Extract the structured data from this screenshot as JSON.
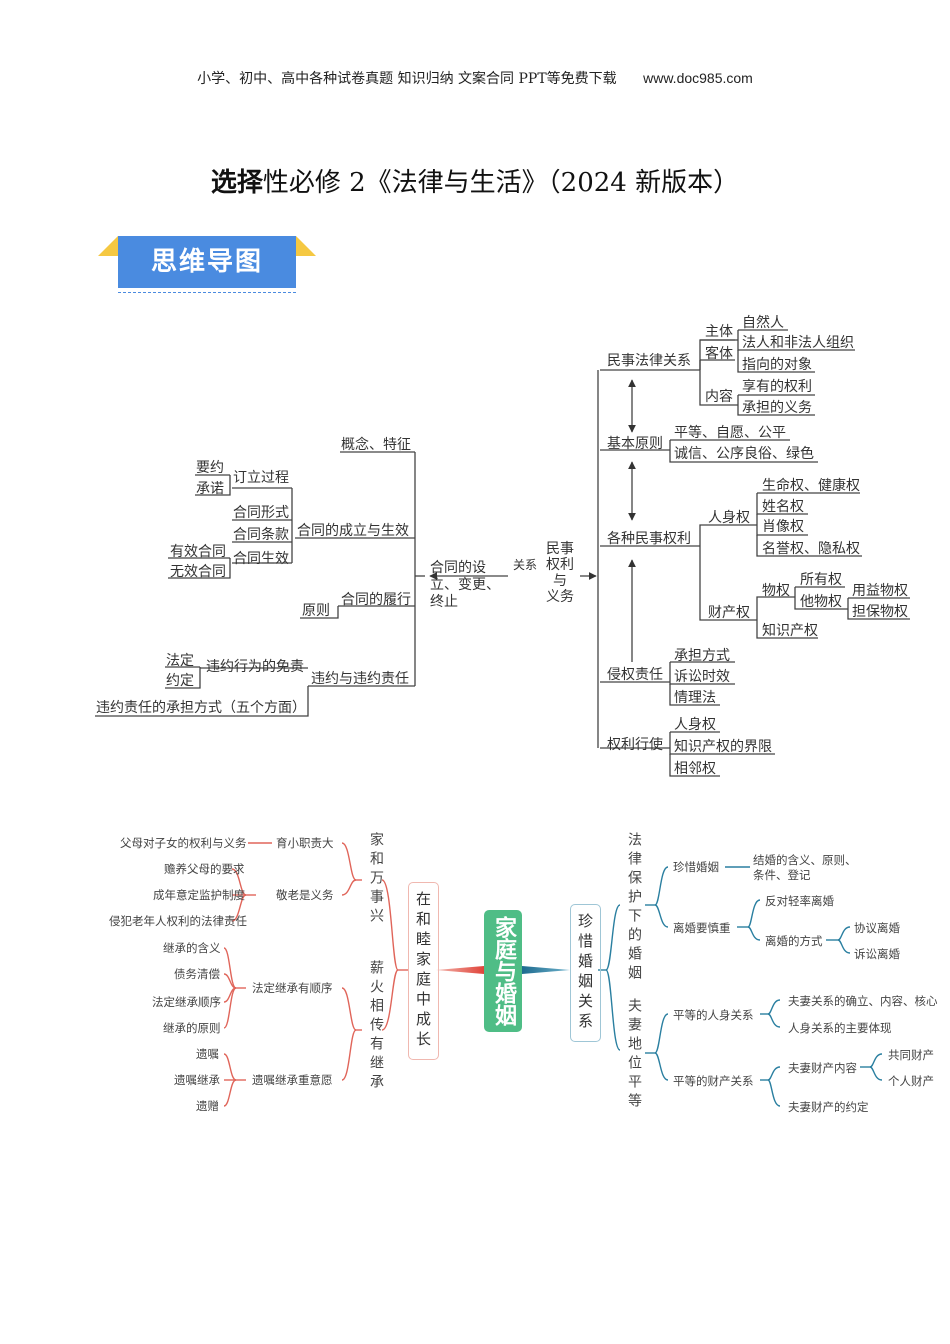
{
  "header": {
    "tagline": "小学、初中、高中各种试卷真题  知识归纳  文案合同  PPT等免费下载",
    "url": "www.doc985.com"
  },
  "title": {
    "bold_part": "选择",
    "rest": "性必修 2《法律与生活》（2024 新版本）"
  },
  "banner": {
    "label": "思维导图"
  },
  "colors": {
    "banner_blue": "#4a8be0",
    "banner_yellow": "#f5c842",
    "center_green": "#4fbd86",
    "red_branch": "#e0655a",
    "blue_branch": "#2a7fa0"
  },
  "map1": {
    "root": [
      "民事",
      "权利",
      "与",
      "义务"
    ],
    "relation_label": "关系",
    "left_root": "合同的设立、变更、终止",
    "left": {
      "concept": "概念、特征",
      "formation": {
        "label": "合同的成立与生效",
        "process": {
          "label": "订立过程",
          "children": [
            "要约",
            "承诺"
          ]
        },
        "form": "合同形式",
        "terms": "合同条款",
        "effect": {
          "label": "合同生效",
          "children": [
            "有效合同",
            "无效合同"
          ]
        }
      },
      "performance": {
        "label": "合同的履行",
        "children": [
          "原则"
        ]
      },
      "breach": {
        "label": "违约与违约责任",
        "exemption": {
          "label": "违约行为的免责",
          "children": [
            "法定",
            "约定"
          ]
        },
        "liability": "违约责任的承担方式（五个方面）"
      }
    },
    "right": {
      "legal_relation": {
        "label": "民事法律关系",
        "subject": {
          "label": "主体",
          "children": [
            "自然人",
            "法人和非法人组织"
          ]
        },
        "object": {
          "label": "客体",
          "children": [
            "指向的对象"
          ]
        },
        "content": {
          "label": "内容",
          "children": [
            "享有的权利",
            "承担的义务"
          ]
        }
      },
      "principles": {
        "label": "基本原则",
        "children": [
          "平等、自愿、公平",
          "诚信、公序良俗、绿色"
        ]
      },
      "rights": {
        "label": "各种民事权利",
        "personal": {
          "label": "人身权",
          "children": [
            "生命权、健康权",
            "姓名权",
            "肖像权",
            "名誉权、隐私权"
          ]
        },
        "property": {
          "label": "财产权",
          "real": {
            "label": "物权",
            "ownership": "所有权",
            "other": {
              "label": "他物权",
              "children": [
                "用益物权",
                "担保物权"
              ]
            }
          },
          "ip": "知识产权"
        }
      },
      "tort": {
        "label": "侵权责任",
        "children": [
          "承担方式",
          "诉讼时效",
          "情理法"
        ]
      },
      "exercise": {
        "label": "权利行使",
        "children": [
          "人身权",
          "知识产权的界限",
          "相邻权"
        ]
      }
    }
  },
  "map2": {
    "center": "家庭与婚姻",
    "left": {
      "label": "在和睦家庭中成长",
      "harmony": {
        "label": "家和万事兴",
        "parenting": {
          "label": "育小职责大",
          "children": [
            "父母对子女的权利与义务"
          ]
        },
        "elders": {
          "label": "敬老是义务",
          "children": [
            "赡养父母的要求",
            "成年意定监护制度",
            "侵犯老年人权利的法律责任"
          ]
        }
      },
      "inherit": {
        "label": "薪火相传有继承",
        "legal": {
          "label": "法定继承有顺序",
          "children": [
            "继承的含义",
            "债务清偿",
            "法定继承顺序",
            "继承的原则"
          ]
        },
        "will": {
          "label": "遗嘱继承重意愿",
          "children": [
            "遗嘱",
            "遗嘱继承",
            "遗赠"
          ]
        }
      }
    },
    "right": {
      "label": "珍惜婚姻关系",
      "law": {
        "label": "法律保护下的婚姻",
        "cherish": {
          "label": "珍惜婚姻",
          "children": [
            "结婚的含义、原则、",
            "条件、登记"
          ]
        },
        "divorce": {
          "label": "离婚要慎重",
          "oppose": "反对轻率离婚",
          "ways": {
            "label": "离婚的方式",
            "children": [
              "协议离婚",
              "诉讼离婚"
            ]
          }
        }
      },
      "equality": {
        "label": "夫妻地位平等",
        "personal": {
          "label": "平等的人身关系",
          "children": [
            "夫妻关系的确立、内容、核心",
            "人身关系的主要体现"
          ]
        },
        "property": {
          "label": "平等的财产关系",
          "content": {
            "label": "夫妻财产内容",
            "children": [
              "共同财产",
              "个人财产"
            ]
          },
          "agreement": "夫妻财产的约定"
        }
      }
    }
  }
}
